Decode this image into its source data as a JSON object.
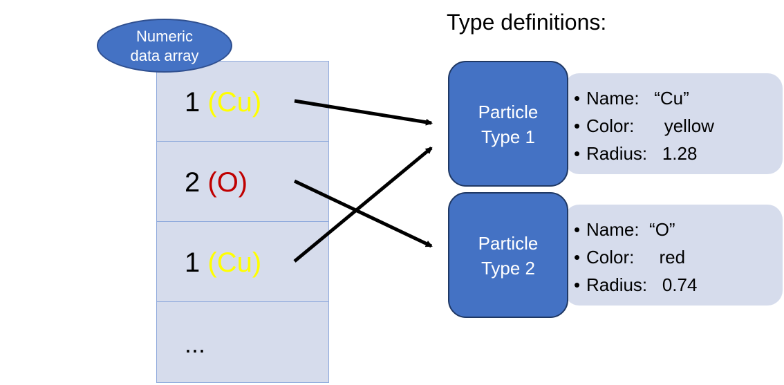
{
  "title": "Type definitions:",
  "array_label": {
    "line1": "Numeric",
    "line2": "data array"
  },
  "array_cells": [
    {
      "number": "1",
      "symbol": "(Cu)",
      "symbol_color": "#ffff00"
    },
    {
      "number": "2",
      "symbol": "(O)",
      "symbol_color": "#c00000"
    },
    {
      "number": "1",
      "symbol": "(Cu)",
      "symbol_color": "#ffff00"
    }
  ],
  "array_ellipsis": "...",
  "types": [
    {
      "line1": "Particle",
      "line2": "Type 1",
      "props": [
        {
          "label": "Name:",
          "value": "“Cu”"
        },
        {
          "label": "Color:",
          "value": "yellow"
        },
        {
          "label": "Radius:",
          "value": "1.28"
        }
      ]
    },
    {
      "line1": "Particle",
      "line2": "Type 2",
      "props": [
        {
          "label": "Name:",
          "value": "“O”"
        },
        {
          "label": "Color:",
          "value": "red"
        },
        {
          "label": "Radius:",
          "value": "0.74"
        }
      ]
    }
  ],
  "colors": {
    "box_fill": "#4472c4",
    "panel_fill": "#d6dcec",
    "arrow": "#000000"
  }
}
